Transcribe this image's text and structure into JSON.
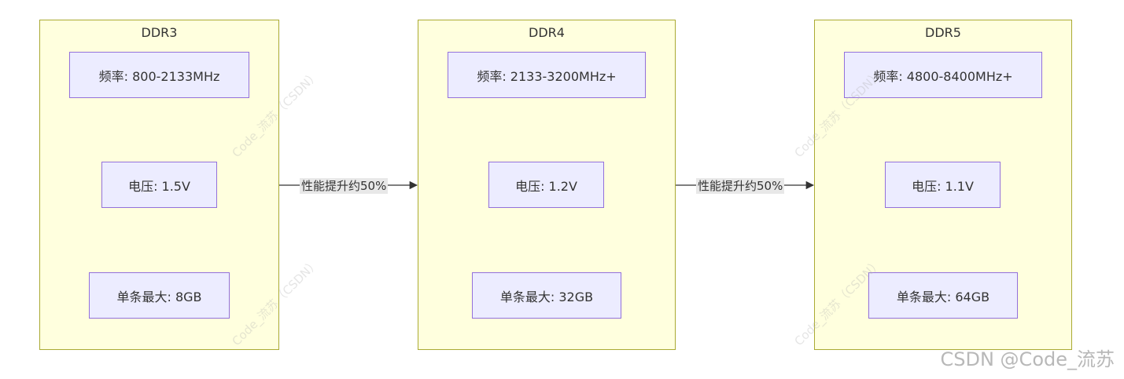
{
  "clusters": [
    {
      "title": "DDR3",
      "nodes": [
        "频率: 800-2133MHz",
        "电压: 1.5V",
        "单条最大: 8GB"
      ]
    },
    {
      "title": "DDR4",
      "nodes": [
        "频率: 2133-3200MHz+",
        "电压: 1.2V",
        "单条最大: 32GB"
      ]
    },
    {
      "title": "DDR5",
      "nodes": [
        "频率: 4800-8400MHz+",
        "电压: 1.1V",
        "单条最大: 64GB"
      ]
    }
  ],
  "edges": [
    {
      "label": "性能提升约50%"
    },
    {
      "label": "性能提升约50%"
    }
  ],
  "watermark_text": "Code_流苏（CSDN）",
  "footer_watermark": "CSDN @Code_流苏",
  "colors": {
    "cluster_fill": "#ffffde",
    "cluster_border": "#aaaa33",
    "node_fill": "#ececff",
    "node_border": "#9370db",
    "edge_label_bg": "#e8e8e8",
    "line": "#333333"
  }
}
